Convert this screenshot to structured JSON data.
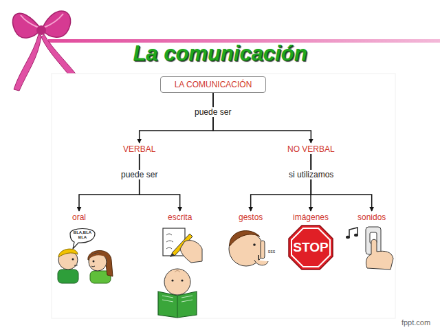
{
  "diagram": {
    "title": "La comunicación",
    "nodes": [
      {
        "text": [
          "LA COMUNICACIÓN"
        ]
      },
      {
        "text": [
          "VERBAL"
        ]
      },
      {
        "text": [
          "NO VERBAL"
        ]
      },
      {
        "text": [
          "oral"
        ]
      },
      {
        "text": [
          "escrita"
        ]
      },
      {
        "text": [
          "gestos"
        ]
      },
      {
        "text": [
          "imágenes"
        ]
      },
      {
        "text": [
          "sonidos"
        ]
      }
    ],
    "edges": [
      {
        "from": 0,
        "to": 1,
        "label": "puede ser",
        "arrow": "to"
      },
      {
        "from": 0,
        "to": 2,
        "arrow": "to"
      },
      {
        "from": 1,
        "to": 3,
        "label": "puede ser",
        "arrow": "to"
      },
      {
        "from": 1,
        "to": 4,
        "arrow": "to"
      },
      {
        "from": 2,
        "to": 5,
        "label": "si utilizamos",
        "arrow": "to"
      },
      {
        "from": 2,
        "to": 6,
        "arrow": "to"
      },
      {
        "from": 2,
        "to": 7,
        "arrow": "to"
      }
    ],
    "labels": [
      "BLA,BLA BLA",
      "STOP",
      "sss",
      "fppt.com"
    ]
  }
}
